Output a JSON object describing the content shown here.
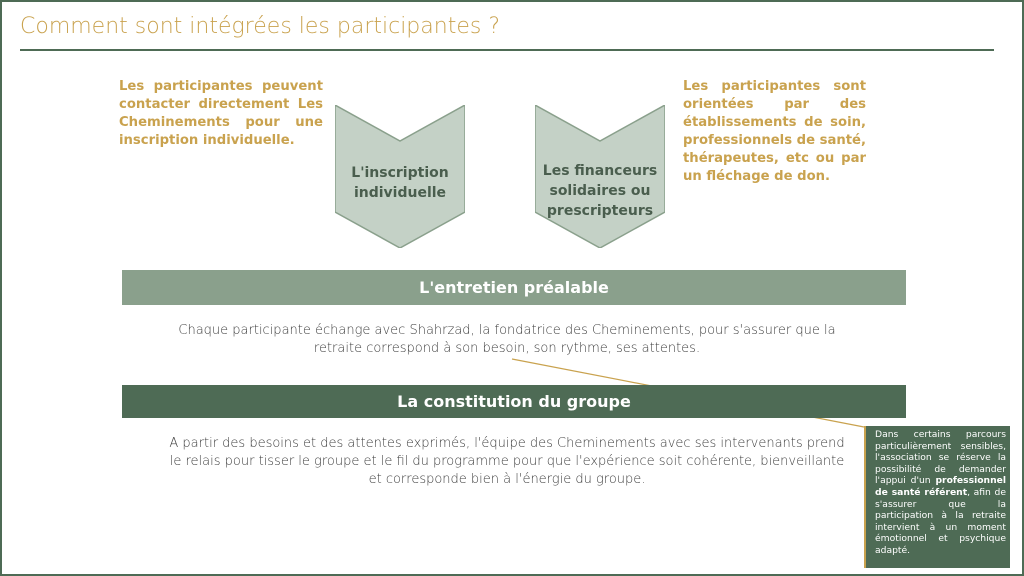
{
  "title": "Comment sont intégrées les participantes ?",
  "left_text": "Les participantes peuvent contacter directement Les Cheminements pour une inscription individuelle.",
  "right_text": "Les participantes sont orientées par des établissements de soin, professionnels de santé, thérapeutes, etc ou par un fléchage de don.",
  "chevrons": [
    {
      "label": "L'inscription individuelle"
    },
    {
      "label": "Les financeurs solidaires ou prescripteurs"
    }
  ],
  "sections": [
    {
      "heading": "L'entretien préalable",
      "text": "Chaque participante échange avec Shahrzad, la fondatrice des Cheminements, pour s'assurer que la retraite correspond à son besoin, son rythme, ses attentes."
    },
    {
      "heading": "La constitution du groupe",
      "text": "A partir des besoins et des attentes exprimés, l'équipe des Cheminements avec ses intervenants prend le relais pour tisser le groupe et le fil du programme pour que l'expérience soit cohérente, bienveillante et corresponde bien à l'énergie du groupe."
    }
  ],
  "callout": {
    "text_before": "Dans certains parcours particulièrement sensibles, l'association se réserve la possibilité de demander l'appui d'un ",
    "text_bold": "professionnel de santé référent",
    "text_after": ", afin de s'assurer que la participation à la retraite intervient à un moment émotionnel et psychique adapté."
  },
  "colors": {
    "gold": "#c9a24e",
    "dark_green": "#4e6b55",
    "light_green": "#8aa08c",
    "chevron_fill": "#c4d1c6"
  }
}
